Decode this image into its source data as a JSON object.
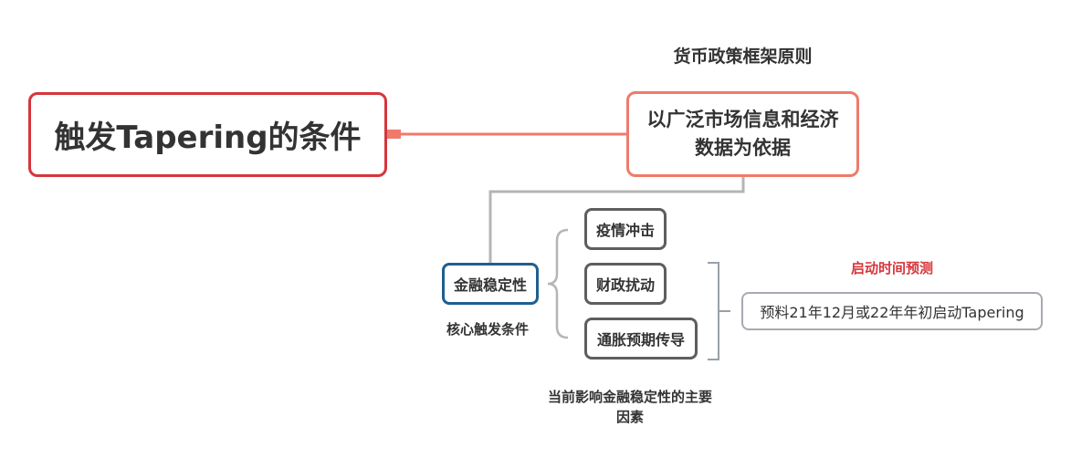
{
  "root": {
    "label": "触发Tapering的条件"
  },
  "principle": {
    "caption": "货币政策框架原则",
    "label": "以广泛市场信息和经济数据为依据"
  },
  "stability": {
    "label": "金融稳定性",
    "caption": "核心触发条件"
  },
  "factors": {
    "items": [
      {
        "label": "疫情冲击"
      },
      {
        "label": "财政扰动"
      },
      {
        "label": "通胀预期传导"
      }
    ],
    "caption": "当前影响金融稳定性的主要因素"
  },
  "forecast": {
    "caption": "启动时间预测",
    "label": "预料21年12月或22年年初启动Tapering"
  },
  "colors": {
    "root_border": "#d6353b",
    "principle_border": "#ef7a6c",
    "connector_main": "#ef7a6c",
    "stability_border": "#1f5f90",
    "factor_border": "#5e5e5e",
    "forecast_border": "#a6aab2",
    "forecast_caption": "#d6353b",
    "connector_gray": "#b5b5b5",
    "bracket_gray": "#9aa0a8"
  }
}
